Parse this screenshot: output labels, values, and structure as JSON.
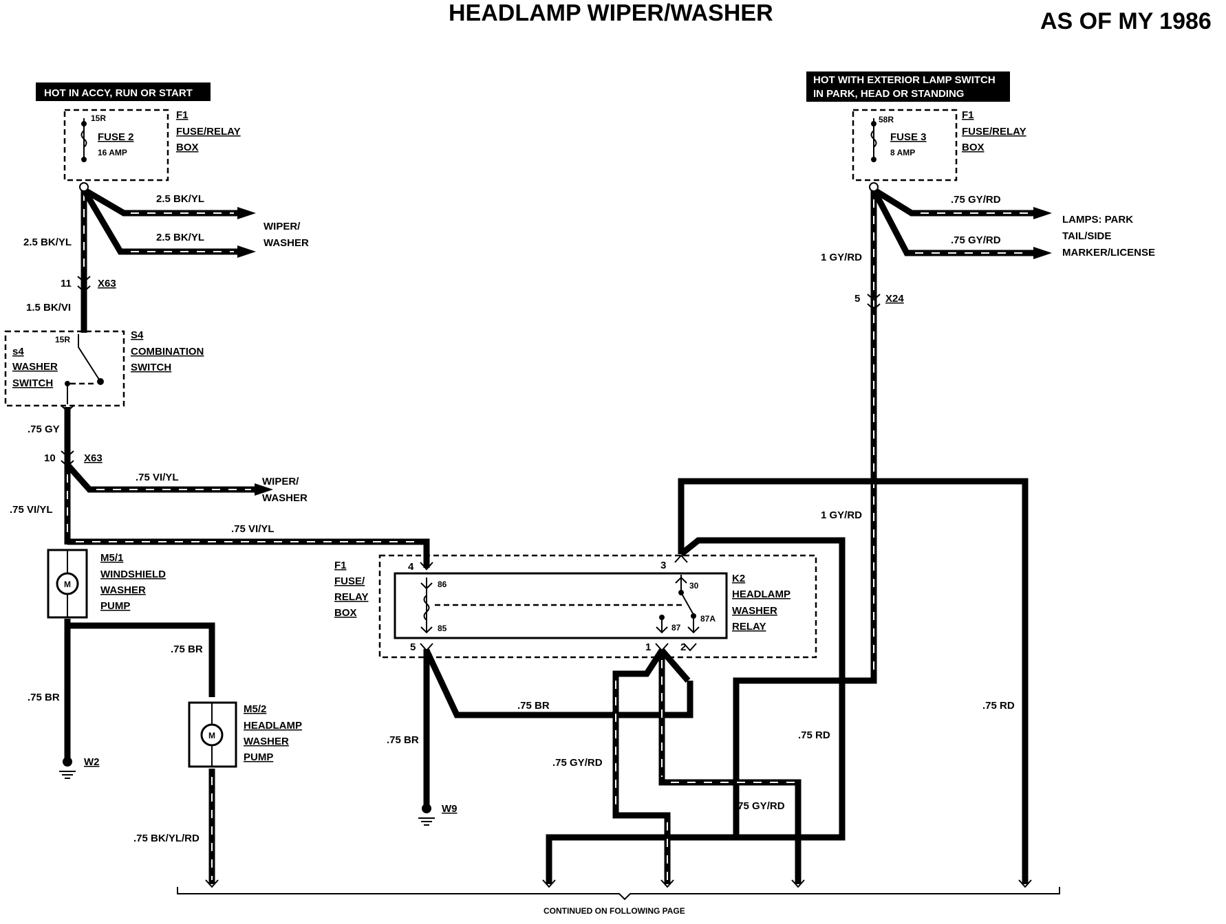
{
  "header": {
    "title": "HEADLAMP WIPER/WASHER",
    "model_year": "AS OF MY 1986"
  },
  "power_left": {
    "banner": "HOT IN ACCY, RUN OR START",
    "pin": "15R",
    "fuse_name": "FUSE 2",
    "fuse_rating": "16 AMP",
    "box_id": "F1",
    "box_name_1": "FUSE/RELAY",
    "box_name_2": "BOX"
  },
  "power_right": {
    "banner_1": "HOT WITH EXTERIOR LAMP SWITCH",
    "banner_2": "IN PARK, HEAD OR STANDING",
    "pin": "58R",
    "fuse_name": "FUSE 3",
    "fuse_rating": "8 AMP",
    "box_id": "F1",
    "box_name_1": "FUSE/RELAY",
    "box_name_2": "BOX"
  },
  "wires": {
    "bk_yl_25": "2.5 BK/YL",
    "bk_vi_15": "1.5 BK/VI",
    "gy_075": ".75 GY",
    "vi_yl_075": ".75 VI/YL",
    "br_075": ".75 BR",
    "bk_yl_rd_075": ".75 BK/YL/RD",
    "gy_rd_075": ".75 GY/RD",
    "gy_rd_1": "1 GY/RD",
    "rd_075": ".75 RD"
  },
  "destinations": {
    "wiper_washer_1": "WIPER/",
    "wiper_washer_2": "WASHER",
    "lamps_1": "LAMPS: PARK",
    "lamps_2": "TAIL/SIDE",
    "lamps_3": "MARKER/LICENSE"
  },
  "connectors": {
    "x63": "X63",
    "x63_pin_11": "11",
    "x63_pin_10": "10",
    "x24": "X24",
    "x24_pin_5": "5"
  },
  "switch": {
    "pin": "15R",
    "washer_id": "s4",
    "washer_1": "WASHER",
    "washer_2": "SWITCH",
    "combo_id": "S4",
    "combo_1": "COMBINATION",
    "combo_2": "SWITCH"
  },
  "pump1": {
    "id": "M5/1",
    "line_1": "WINDSHIELD",
    "line_2": "WASHER",
    "line_3": "PUMP",
    "motor": "M"
  },
  "pump2": {
    "id": "M5/2",
    "line_1": "HEADLAMP",
    "line_2": "WASHER",
    "line_3": "PUMP",
    "motor": "M"
  },
  "relay_box": {
    "id": "F1",
    "line_1": "FUSE/",
    "line_2": "RELAY",
    "line_3": "BOX",
    "pin_4": "4",
    "pin_5": "5",
    "pin_3": "3",
    "pin_1": "1",
    "pin_2": "2"
  },
  "relay": {
    "id": "K2",
    "line_1": "HEADLAMP",
    "line_2": "WASHER",
    "line_3": "RELAY",
    "t86": "86",
    "t85": "85",
    "t30": "30",
    "t87": "87",
    "t87a": "87A"
  },
  "grounds": {
    "w2": "W2",
    "w9": "W9"
  },
  "footer": {
    "continued": "CONTINUED ON FOLLOWING PAGE"
  }
}
